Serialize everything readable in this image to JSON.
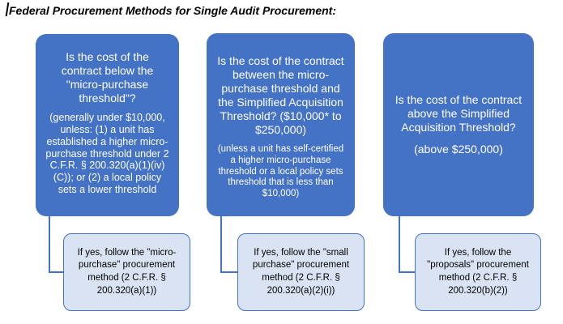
{
  "title": "Federal Procurement Methods for Single Audit Procurement:",
  "colors": {
    "question_box_fill": "#4472C4",
    "question_box_text": "#FFFFFF",
    "result_box_fill": "#DAE3F3",
    "result_box_border": "#4472C4",
    "connector": "#4472C4",
    "title_text": "#000000",
    "background": "#FFFFFF"
  },
  "columns": [
    {
      "question": "Is the cost of the contract below the \"micro-purchase threshold\"?",
      "detail": "(generally under $10,000, unless: (1) a unit has established a higher micro-purchase threshold under 2 C.F.R.  § 200.320(a)(1)(iv)(C)); or (2) a local policy sets a lower threshold",
      "result": "If yes, follow the \"micro-purchase\" procurement method (2 C.F.R.  § 200.320(a)(1))"
    },
    {
      "question": "Is the cost of the contract between the micro-purchase threshold and the Simplified Acquisition Threshold? ($10,000* to $250,000)",
      "detail": "(unless a unit has self-certified a higher micro-purchase threshold or a local policy sets threshold that is less than $10,000)",
      "result": "If yes, follow the \"small purchase\" procurement method (2 C.F.R. § 200.320(a)(2)(i))"
    },
    {
      "question": "Is the cost of the contract above the Simplified Acquisition Threshold?",
      "detail": "(above $250,000)",
      "result": "If yes, follow the \"proposals\" procurement method (2 C.F.R. § 200.320(b)(2))"
    }
  ]
}
